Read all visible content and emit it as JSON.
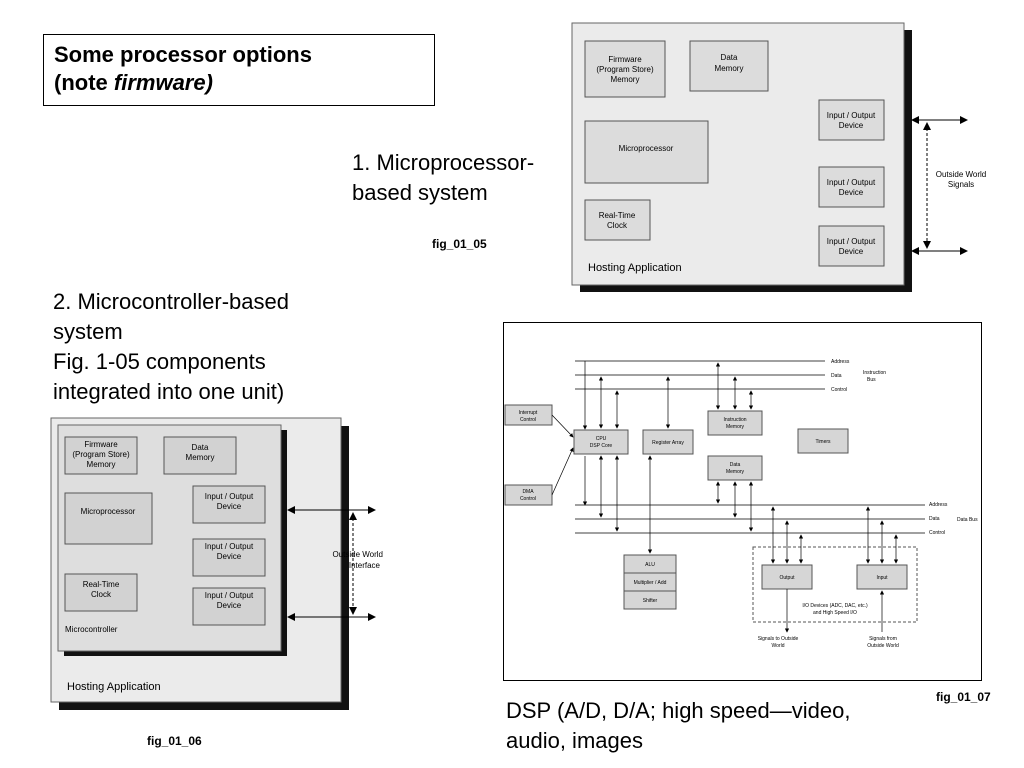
{
  "slide": {
    "title_line1": "Some processor options",
    "title_line2_prefix": "(note ",
    "title_line2_italic": "firmware)",
    "mpu_caption_line1": "1. Microprocessor-",
    "mpu_caption_line2": "based system",
    "mcu_caption_line1": "2. Microcontroller-based",
    "mcu_caption_line2": "system",
    "mcu_caption_line3": "Fig. 1-05 components",
    "mcu_caption_line4": "integrated into one unit)",
    "dsp_caption_line1": "DSP (A/D, D/A; high speed—video,",
    "dsp_caption_line2": "audio, images"
  },
  "fig_01_05": {
    "label": "fig_01_05",
    "firmware": [
      "Firmware",
      "(Program Store)",
      "Memory"
    ],
    "data_memory": [
      "Data",
      "Memory"
    ],
    "microprocessor": "Microprocessor",
    "rtc": [
      "Real-Time",
      "Clock"
    ],
    "io": [
      "Input  / Output",
      "Device"
    ],
    "outside": [
      "Outside World",
      "Signals"
    ],
    "hosting": "Hosting Application"
  },
  "fig_01_06": {
    "label": "fig_01_06",
    "firmware": [
      "Firmware",
      "(Program Store)",
      "Memory"
    ],
    "data_memory": [
      "Data",
      "Memory"
    ],
    "microprocessor": "Microprocessor",
    "rtc": [
      "Real-Time",
      "Clock"
    ],
    "io": [
      "Input / Output",
      "Device"
    ],
    "microcontroller": "Microcontroller",
    "outside": [
      "Outside World",
      "Interface"
    ],
    "hosting": "Hosting Application"
  },
  "fig_01_07": {
    "label": "fig_01_07",
    "address": "Address",
    "data": "Data",
    "control": "Control",
    "instruction_bus": [
      "Instruction",
      "Bus"
    ],
    "data_bus": "Data Bus",
    "interrupt": [
      "Interrupt",
      "Control"
    ],
    "dma": [
      "DMA",
      "Control"
    ],
    "cpu": [
      "CPU",
      "DSP Core"
    ],
    "register_array": "Register Array",
    "instruction_memory": [
      "Instruction",
      "Memory"
    ],
    "data_memory": [
      "Data",
      "Memory"
    ],
    "timers": "Timers",
    "alu": "ALU",
    "multiplier": "Multiplier / Add",
    "shifter": "Shifter",
    "output": "Output",
    "input": "Input",
    "io_devices": [
      "I/O Devices (ADC, DAC, etc.)",
      "and High Speed I/O"
    ],
    "signals_to": [
      "Signals to Outside",
      "World"
    ],
    "signals_from": [
      "Signals from",
      "Outside World"
    ]
  }
}
